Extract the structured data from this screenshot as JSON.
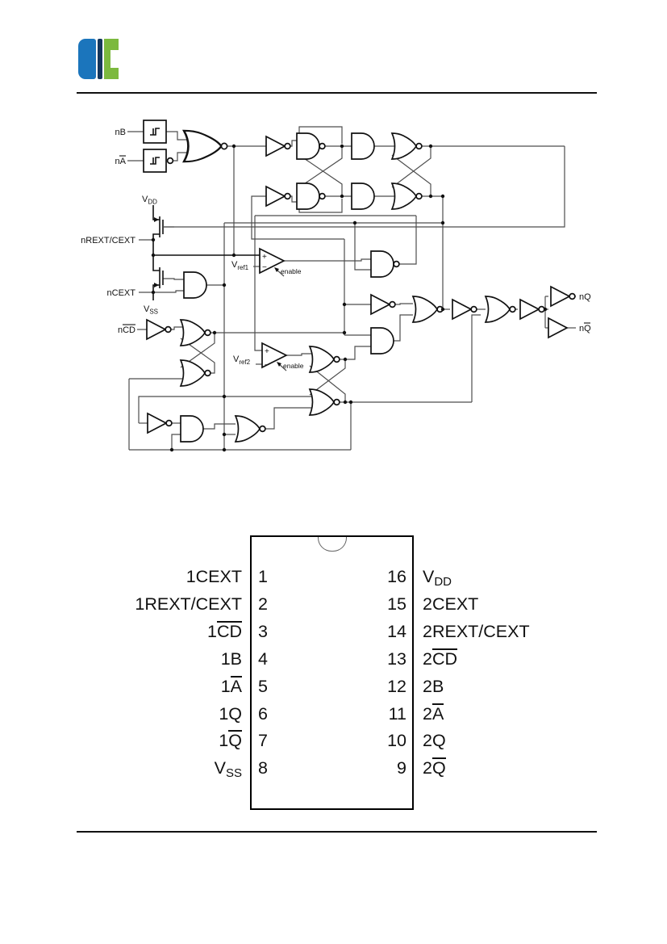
{
  "logo": {
    "colors": {
      "blue": "#1B75BC",
      "navy": "#14365C",
      "green": "#7CB93E"
    }
  },
  "logic": {
    "labels": {
      "nb": "nB",
      "na": {
        "base": "n",
        "bar": "A"
      },
      "vdd": {
        "base": "V",
        "sub": "DD"
      },
      "nrext": "nREXT/CEXT",
      "ncext": "nCEXT",
      "vss": {
        "base": "V",
        "sub": "SS"
      },
      "ncd": {
        "base": "n",
        "bar": "CD"
      },
      "vref1": {
        "base": "V",
        "sub": "ref1"
      },
      "vref2": {
        "base": "V",
        "sub": "ref2"
      },
      "enable1": "enable",
      "enable2": "enable",
      "nq": "nQ",
      "nqb": {
        "base": "n",
        "bar": "Q"
      },
      "plus": "+",
      "minus": "−"
    }
  },
  "pinout": {
    "left": [
      {
        "num": "1",
        "parts": [
          {
            "t": "1CEXT"
          }
        ]
      },
      {
        "num": "2",
        "parts": [
          {
            "t": "1REXT/CEXT"
          }
        ]
      },
      {
        "num": "3",
        "parts": [
          {
            "t": "1"
          },
          {
            "t": "CD",
            "bar": true
          }
        ]
      },
      {
        "num": "4",
        "parts": [
          {
            "t": "1B"
          }
        ]
      },
      {
        "num": "5",
        "parts": [
          {
            "t": "1"
          },
          {
            "t": "A",
            "bar": true
          }
        ]
      },
      {
        "num": "6",
        "parts": [
          {
            "t": "1Q"
          }
        ]
      },
      {
        "num": "7",
        "parts": [
          {
            "t": "1"
          },
          {
            "t": "Q",
            "bar": true
          }
        ]
      },
      {
        "num": "8",
        "parts": [
          {
            "t": "V"
          },
          {
            "t": "SS",
            "sub": true
          }
        ]
      }
    ],
    "right": [
      {
        "num": "16",
        "parts": [
          {
            "t": "V"
          },
          {
            "t": "DD",
            "sub": true
          }
        ]
      },
      {
        "num": "15",
        "parts": [
          {
            "t": "2CEXT"
          }
        ]
      },
      {
        "num": "14",
        "parts": [
          {
            "t": "2REXT/CEXT"
          }
        ]
      },
      {
        "num": "13",
        "parts": [
          {
            "t": "2"
          },
          {
            "t": "CD",
            "bar": true
          }
        ]
      },
      {
        "num": "12",
        "parts": [
          {
            "t": "2B"
          }
        ]
      },
      {
        "num": "11",
        "parts": [
          {
            "t": "2"
          },
          {
            "t": "A",
            "bar": true
          }
        ]
      },
      {
        "num": "10",
        "parts": [
          {
            "t": "2Q"
          }
        ]
      },
      {
        "num": "9",
        "parts": [
          {
            "t": "2"
          },
          {
            "t": "Q",
            "bar": true
          }
        ]
      }
    ]
  }
}
